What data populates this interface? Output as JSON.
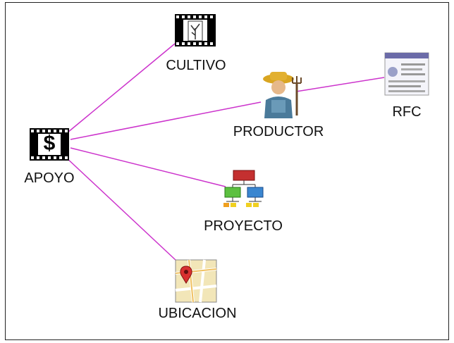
{
  "colors": {
    "edge": "#cc33cc",
    "frame": "#222222"
  },
  "nodes": {
    "apoyo": {
      "label": "APOYO",
      "icon": "dollar-icon",
      "symbol": "$"
    },
    "cultivo": {
      "label": "CULTIVO",
      "icon": "plant-icon"
    },
    "productor": {
      "label": "PRODUCTOR",
      "icon": "farmer-icon"
    },
    "rfc": {
      "label": "RFC",
      "icon": "document-icon"
    },
    "proyecto": {
      "label": "PROYECTO",
      "icon": "org-chart-icon"
    },
    "ubicacion": {
      "label": "UBICACION",
      "icon": "map-pin-icon"
    }
  }
}
